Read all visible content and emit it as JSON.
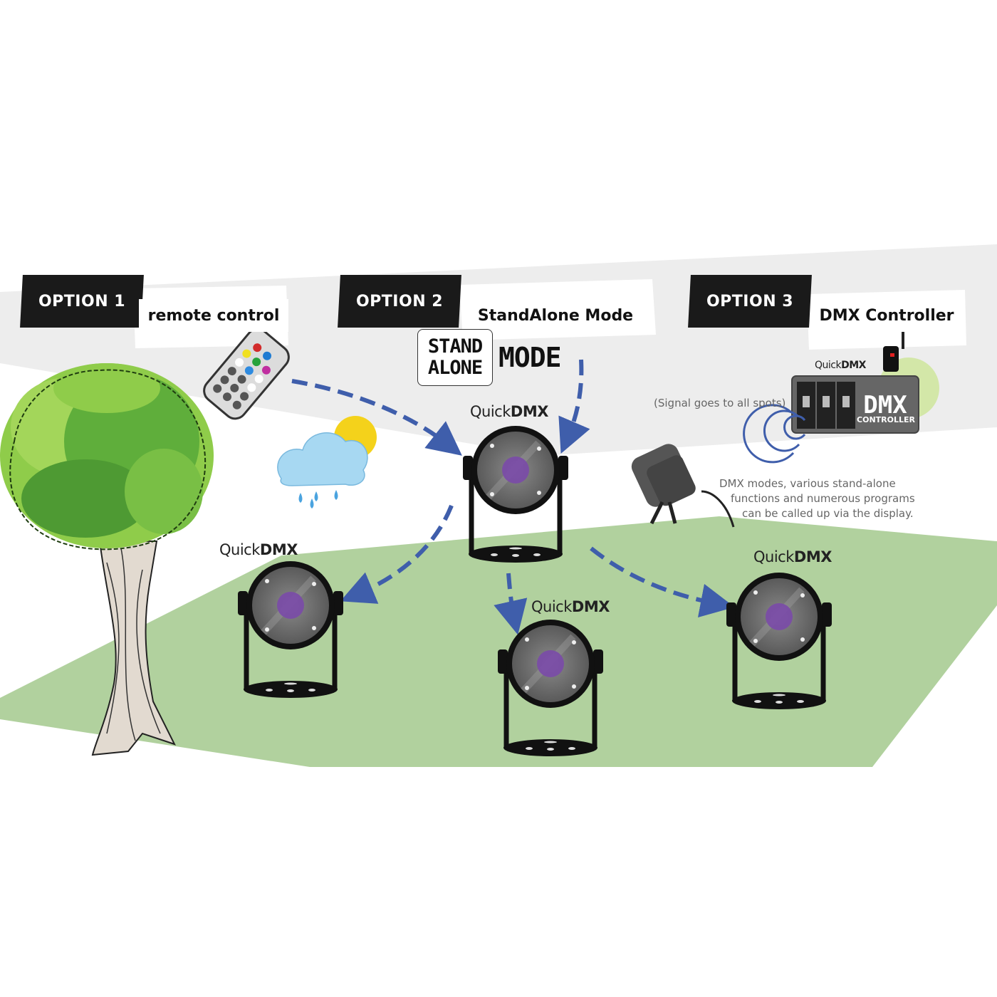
{
  "options": [
    {
      "tab": "OPTION 1",
      "label": "remote control"
    },
    {
      "tab": "OPTION 2",
      "label": "StandAlone Mode"
    },
    {
      "tab": "OPTION 3",
      "label": "DMX Controller"
    }
  ],
  "standalone_badge": {
    "line1": "STAND",
    "line2": "ALONE",
    "mode": "MODE"
  },
  "brand": {
    "prefix": "Quick",
    "suffix": "DMX"
  },
  "controller": {
    "title": "DMX",
    "subtitle": "CONTROLLER"
  },
  "signal_note": "(Signal goes to all spots)",
  "description_lines": [
    "DMX modes, various stand-alone",
    "functions and numerous programs",
    "can be called up via the display."
  ],
  "colors": {
    "arrow": "#3f5eab",
    "lawn": "#b1d19e",
    "sky_band": "#ededed",
    "lens_center": "#7a4aa8",
    "tree_green": "#5fae3b",
    "sun": "#f4d21b",
    "cloud": "#a7d8f2"
  }
}
